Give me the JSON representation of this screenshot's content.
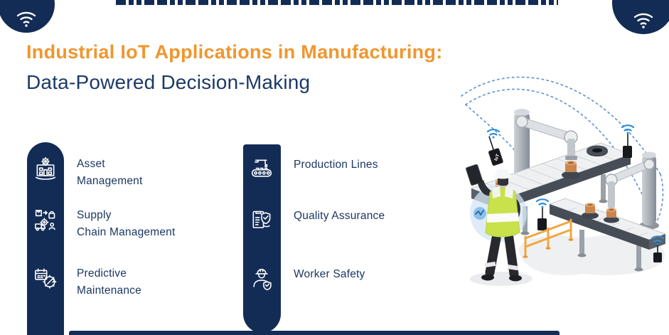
{
  "colors": {
    "navy": "#132C55",
    "orange": "#F0962E",
    "label_text": "#1C3763",
    "wifi_blue": "#2E8ED7",
    "arc_blue": "#5D8FD0",
    "vest_green": "#C9E14B",
    "railing_orange": "#F2A640",
    "copper": "#C8854E"
  },
  "header": {
    "title": "Industrial IoT Applications in Manufacturing:",
    "subtitle": "Data-Powered Decision-Making"
  },
  "corners": {
    "left_icon": "wifi",
    "right_icon": "wifi"
  },
  "features": {
    "column1": [
      {
        "icon": "asset-management",
        "lines": [
          "Asset",
          "Management"
        ]
      },
      {
        "icon": "supply-chain-management",
        "lines": [
          "Supply",
          "Chain Management"
        ]
      },
      {
        "icon": "predictive-maintenance",
        "lines": [
          "Predictive",
          "Maintenance"
        ]
      }
    ],
    "column2": [
      {
        "icon": "production-lines",
        "lines": [
          "Production Lines"
        ]
      },
      {
        "icon": "quality-assurance",
        "lines": [
          "Quality Assurance"
        ]
      },
      {
        "icon": "worker-safety",
        "lines": [
          "Worker Safety"
        ]
      }
    ]
  },
  "illustration": {
    "badge": "IoT",
    "description": "isometric-smart-factory-scene"
  }
}
